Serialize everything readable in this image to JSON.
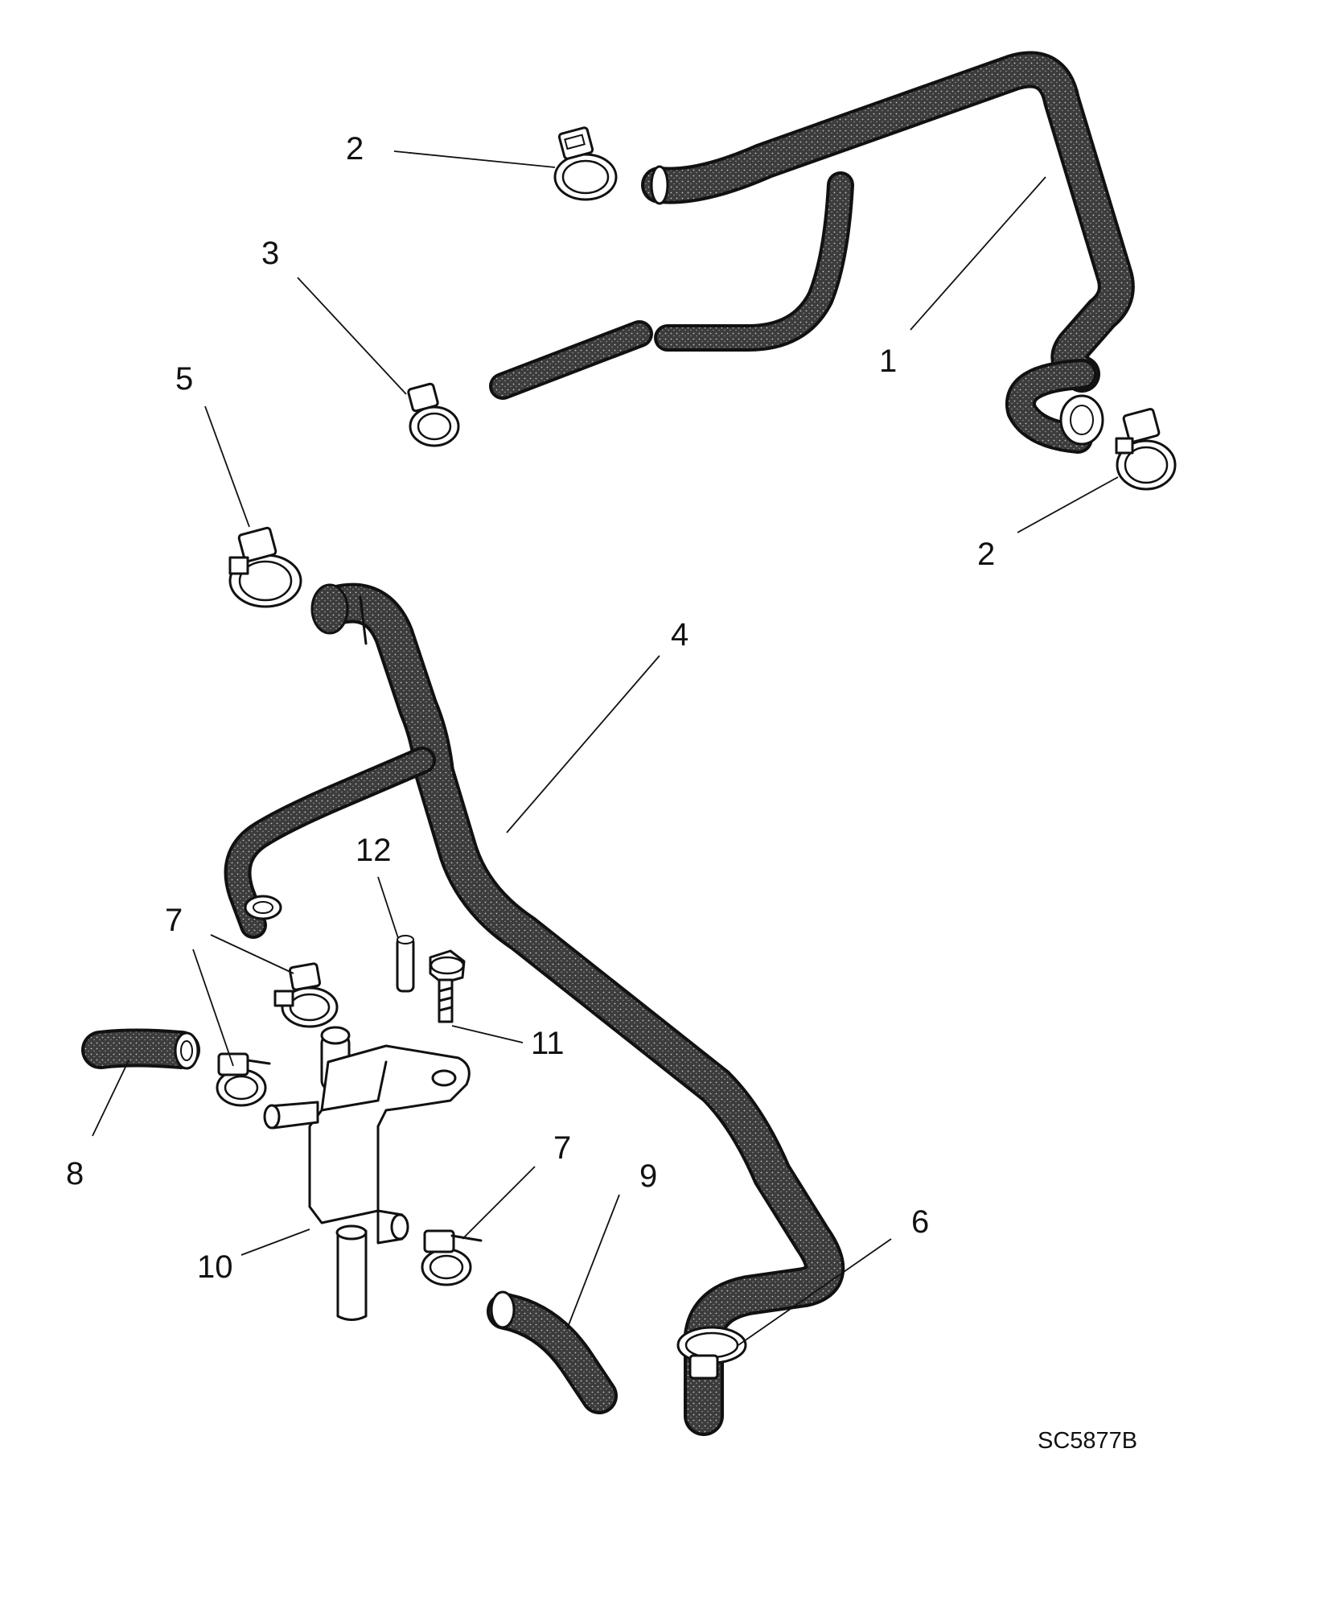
{
  "diagram": {
    "reference_code": "SC5877B",
    "callouts": [
      {
        "id": "c2a",
        "label": "2"
      },
      {
        "id": "c3",
        "label": "3"
      },
      {
        "id": "c1",
        "label": "1"
      },
      {
        "id": "c2b",
        "label": "2"
      },
      {
        "id": "c5",
        "label": "5"
      },
      {
        "id": "c4",
        "label": "4"
      },
      {
        "id": "c12",
        "label": "12"
      },
      {
        "id": "c7a",
        "label": "7"
      },
      {
        "id": "c11",
        "label": "11"
      },
      {
        "id": "c8",
        "label": "8"
      },
      {
        "id": "c7b",
        "label": "7"
      },
      {
        "id": "c9",
        "label": "9"
      },
      {
        "id": "c10",
        "label": "10"
      },
      {
        "id": "c6",
        "label": "6"
      }
    ]
  },
  "colors": {
    "ink": "#111111",
    "hose_fill": "#4a4a4a",
    "background": "#ffffff"
  }
}
